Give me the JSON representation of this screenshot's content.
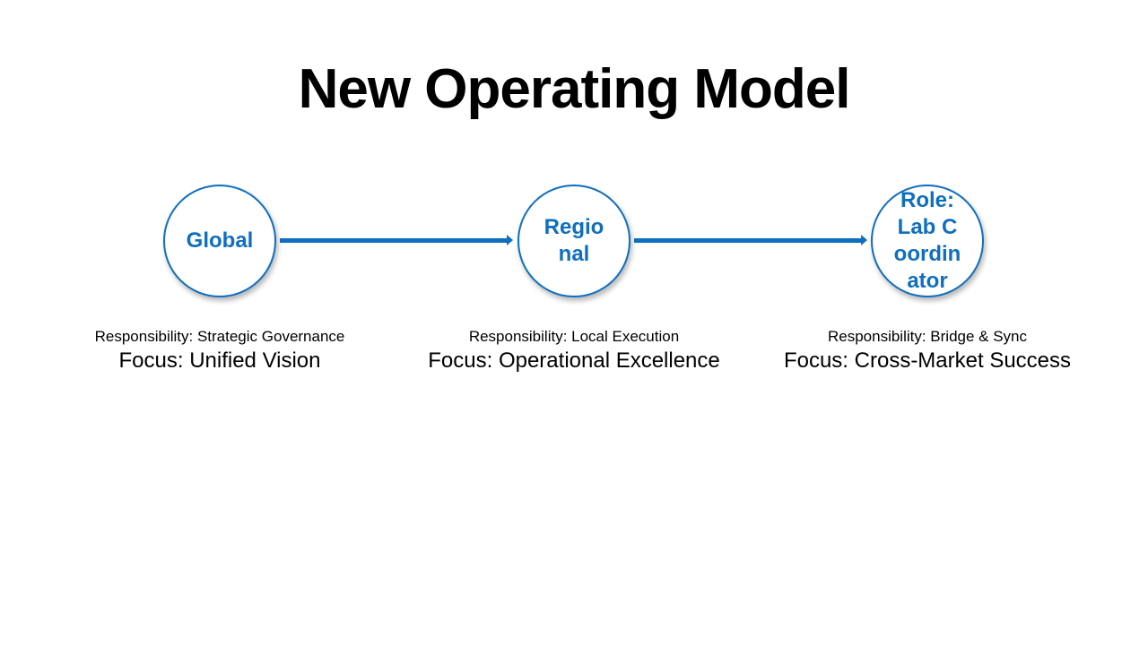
{
  "slide": {
    "title": "New Operating Model"
  },
  "nodes": [
    {
      "label": "Global",
      "responsibility": "Responsibility: Strategic Governance",
      "focus": "Focus: Unified Vision"
    },
    {
      "label": "Regional",
      "responsibility": "Responsibility: Local Execution",
      "focus": "Focus: Operational Excellence"
    },
    {
      "label": "Role: Lab Coordinator",
      "responsibility": "Responsibility: Bridge & Sync",
      "focus": "Focus: Cross-Market Success"
    }
  ],
  "colors": {
    "accent": "#0f6fbf",
    "text": "#000000",
    "background": "#ffffff"
  }
}
